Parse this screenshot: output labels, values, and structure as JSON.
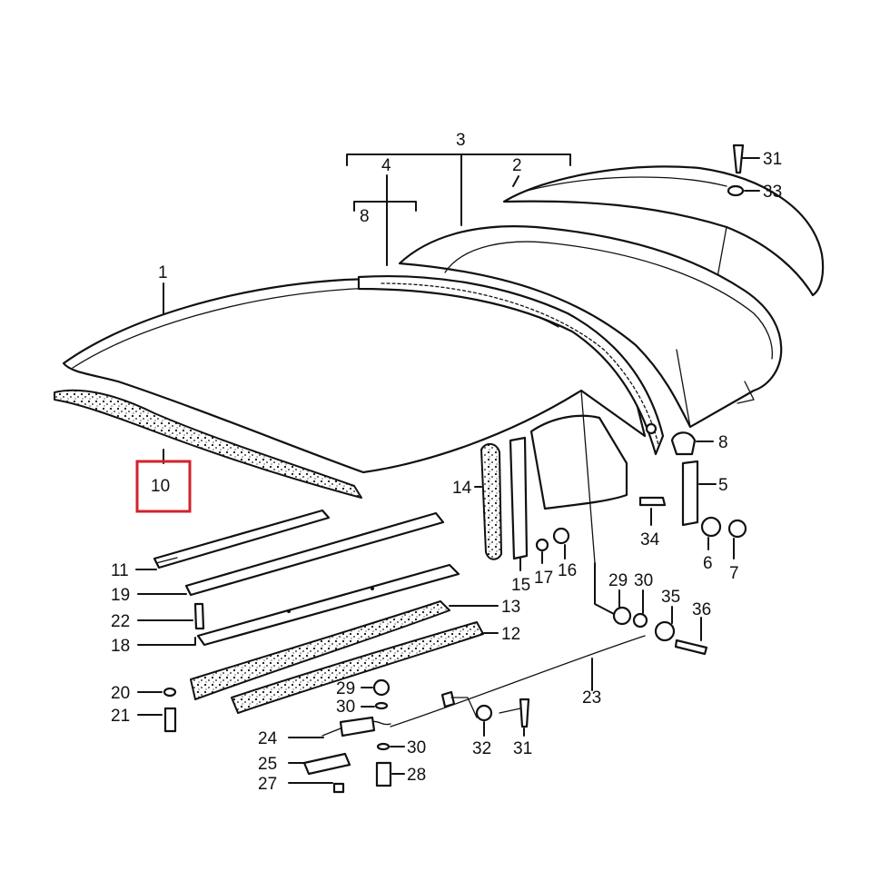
{
  "diagram": {
    "highlight_color": "#d2232a",
    "highlighted_part": "10",
    "callouts": [
      {
        "id": "c1",
        "text": "1"
      },
      {
        "id": "c2",
        "text": "2"
      },
      {
        "id": "c3",
        "text": "3"
      },
      {
        "id": "c4",
        "text": "4"
      },
      {
        "id": "c5",
        "text": "5"
      },
      {
        "id": "c6",
        "text": "6"
      },
      {
        "id": "c7",
        "text": "7"
      },
      {
        "id": "c8a",
        "text": "8"
      },
      {
        "id": "c8b",
        "text": "8"
      },
      {
        "id": "c10",
        "text": "10"
      },
      {
        "id": "c11",
        "text": "11"
      },
      {
        "id": "c12",
        "text": "12"
      },
      {
        "id": "c13",
        "text": "13"
      },
      {
        "id": "c14",
        "text": "14"
      },
      {
        "id": "c15",
        "text": "15"
      },
      {
        "id": "c16",
        "text": "16"
      },
      {
        "id": "c17",
        "text": "17"
      },
      {
        "id": "c18",
        "text": "18"
      },
      {
        "id": "c19",
        "text": "19"
      },
      {
        "id": "c20",
        "text": "20"
      },
      {
        "id": "c21",
        "text": "21"
      },
      {
        "id": "c22",
        "text": "22"
      },
      {
        "id": "c23",
        "text": "23"
      },
      {
        "id": "c24",
        "text": "24"
      },
      {
        "id": "c25",
        "text": "25"
      },
      {
        "id": "c27",
        "text": "27"
      },
      {
        "id": "c28",
        "text": "28"
      },
      {
        "id": "c29a",
        "text": "29"
      },
      {
        "id": "c29b",
        "text": "29"
      },
      {
        "id": "c30a",
        "text": "30"
      },
      {
        "id": "c30b",
        "text": "30"
      },
      {
        "id": "c30c",
        "text": "30"
      },
      {
        "id": "c31a",
        "text": "31"
      },
      {
        "id": "c31b",
        "text": "31"
      },
      {
        "id": "c32",
        "text": "32"
      },
      {
        "id": "c33",
        "text": "33"
      },
      {
        "id": "c34",
        "text": "34"
      },
      {
        "id": "c35",
        "text": "35"
      },
      {
        "id": "c36",
        "text": "36"
      }
    ]
  }
}
